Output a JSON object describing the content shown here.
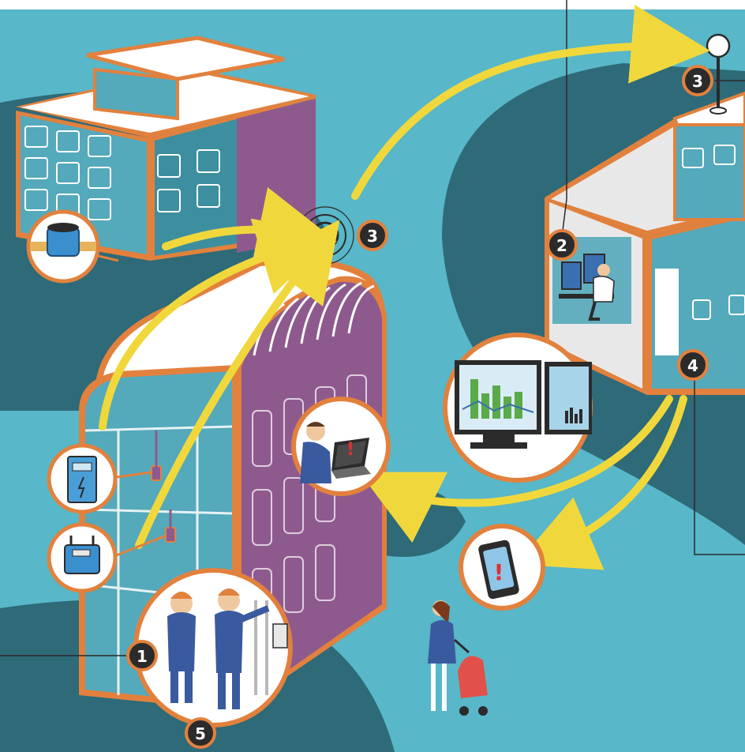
{
  "callouts": [
    {
      "id": "callout-1",
      "label": "1"
    },
    {
      "id": "callout-2",
      "label": "2"
    },
    {
      "id": "callout-3-left",
      "label": "3"
    },
    {
      "id": "callout-3-right",
      "label": "3"
    },
    {
      "id": "callout-4",
      "label": "4"
    },
    {
      "id": "callout-5",
      "label": "5"
    }
  ],
  "alert_glyph": "!",
  "colors": {
    "sky": "#58b7c8",
    "dark_teal": "#2e6a78",
    "mid_teal": "#3d8f9f",
    "building_teal": "#54a9bb",
    "purple": "#8e5a8e",
    "orange": "#e2813d",
    "yellow_arrow": "#f0d83c",
    "badge_fill": "#2b2b2b",
    "white": "#ffffff"
  },
  "icons": [
    "water-meter-icon",
    "electricity-meter-icon",
    "gas-meter-icon",
    "antenna-icon",
    "laptop-alert-icon",
    "smartphone-alert-icon",
    "dashboard-monitors-icon",
    "technicians-icon",
    "operator-workstation-icon",
    "parent-with-stroller-icon"
  ]
}
